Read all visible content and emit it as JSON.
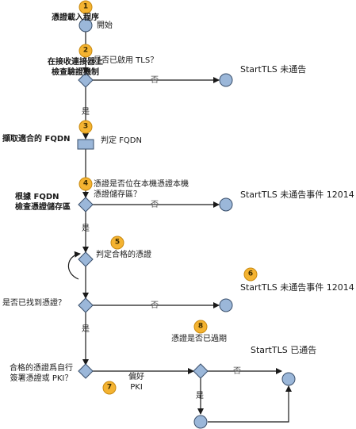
{
  "steps": [
    {
      "num": "1",
      "label": "憑證載入程序"
    },
    {
      "num": "2",
      "label_lines": [
        "在接收連接器上",
        "檢查驗證機制"
      ]
    },
    {
      "num": "3",
      "label_pre": "擷取適合的",
      "label_bold": "FQDN"
    },
    {
      "num": "4",
      "label_line1_pre": "根據",
      "label_line1_bold": "FQDN",
      "label_line2": "檢查憑證儲存區"
    },
    {
      "num": "5",
      "label": "判定合格的憑證"
    },
    {
      "num": "6",
      "label": "StartTLS 未通告事件 12014"
    },
    {
      "num": "7"
    },
    {
      "num": "8",
      "label": "憑證是否已過期"
    }
  ],
  "flow": {
    "start": "開始",
    "q_tls": "是否已啟用 TLS？",
    "no": "否",
    "yes": "是",
    "result_not_advertised": "StartTLS 未通告",
    "determine_fqdn": "判定 FQDN",
    "q_store": [
      "憑證是否位在本機憑證本機",
      "憑證儲存區？"
    ],
    "result_event": "StartTLS 未通告事件 12014",
    "q_found": "是否已找到憑證？",
    "q_selfsigned": [
      "合格的憑證爲自行",
      "簽署憑證或 PKI？"
    ],
    "prefer_pki": [
      "偏好",
      "PKI"
    ],
    "result_advertised": "StartTLS 已通告"
  },
  "colors": {
    "node_fill": "#9bb7d9",
    "node_stroke": "#3a4f6b",
    "line": "#1a1a1a",
    "badge": "#f4b331"
  }
}
